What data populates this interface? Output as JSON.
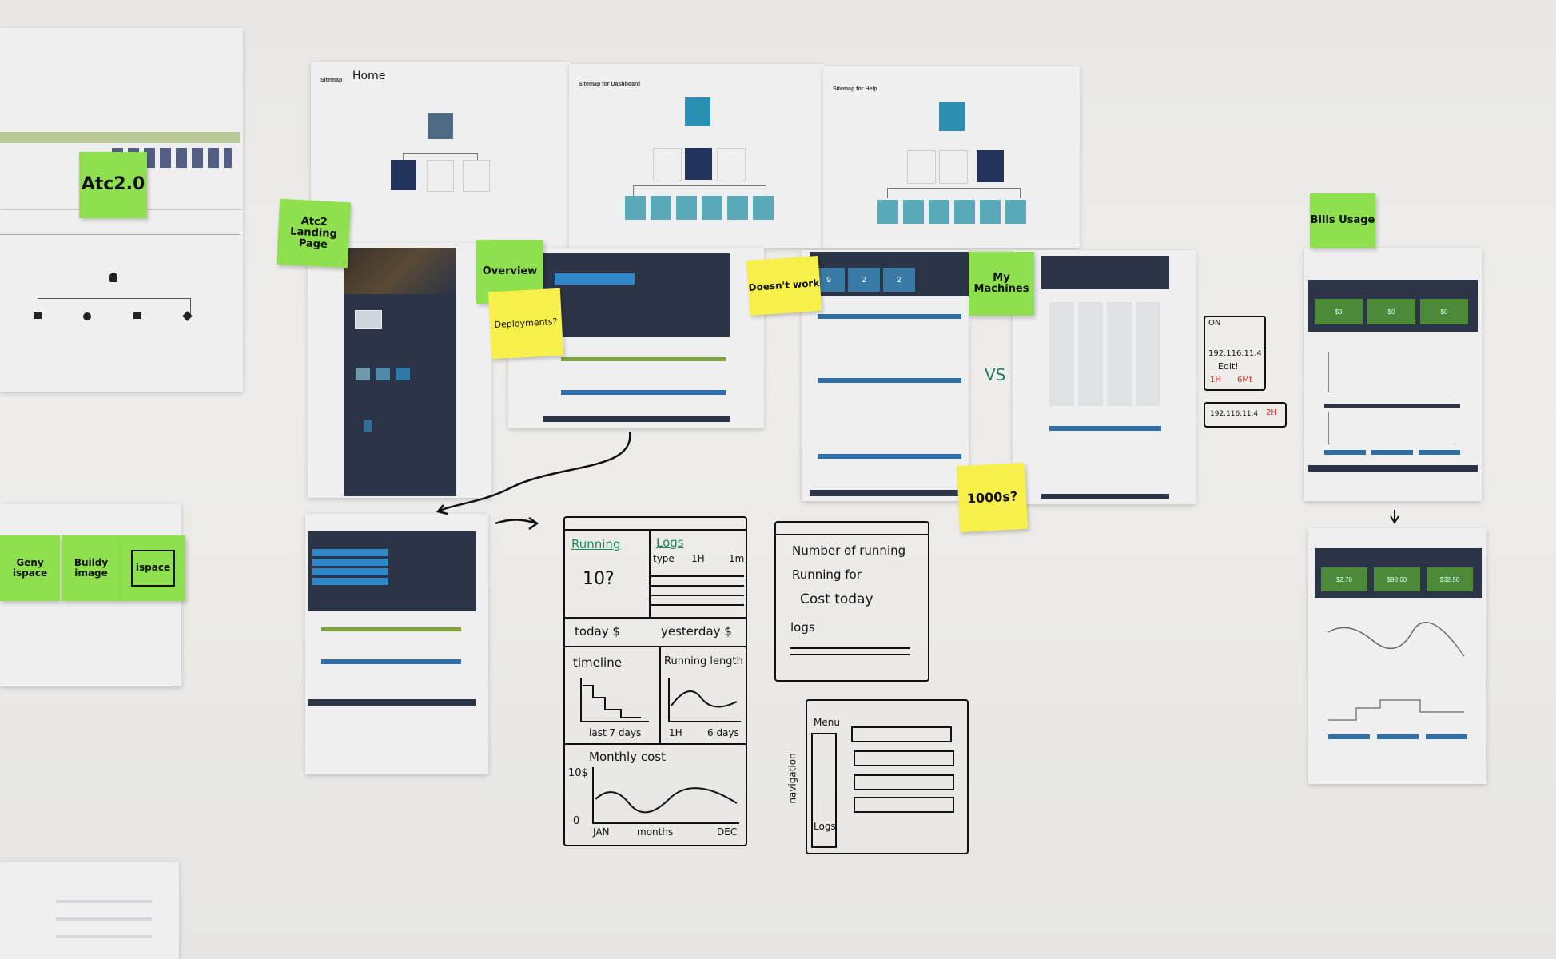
{
  "sitemaps": {
    "home_title": "Sitemap",
    "home_handwritten": "Home",
    "dashboard_title": "Sitemap for Dashboard",
    "help_title": "Sitemap for Help"
  },
  "stickies": {
    "atc20": "Atc2.0",
    "landing": "Atc2 Landing Page",
    "overview": "Overview",
    "deployments": "Deployments?",
    "doesnt_work": "Doesn't work",
    "my_machines": "My Machines",
    "thousands": "1000s?",
    "bills_usage": "Bills Usage",
    "geny": "Geny ispace",
    "buildy": "Buildy image",
    "ispace": "ispace"
  },
  "annotations": {
    "vs": "VS"
  },
  "mobile_sketch": {
    "on": "ON",
    "ip": "192.116.11.4",
    "edit": "Edit!",
    "time_a": "1H",
    "time_b": "6Mt",
    "time_c": "2H"
  },
  "dashboard_tiles": [
    "9",
    "2",
    "2"
  ],
  "bills_stats_1": [
    "$0",
    "$0",
    "$0"
  ],
  "bills_stats_2": [
    "$2.70",
    "$98.00",
    "$32.50"
  ],
  "sketch_dashboard": {
    "running": "Running",
    "running_value": "10?",
    "logs": "Logs",
    "logs_type": "type",
    "logs_1h": "1H",
    "logs_1m": "1m",
    "today": "today $",
    "yesterday": "yesterday $",
    "timeline": "timeline",
    "timeline_label": "last 7 days",
    "running_length": "Running length",
    "rl_1h": "1H",
    "rl_6d": "6 days",
    "monthly_cost": "Monthly cost",
    "y_top": "10$",
    "y_zero": "0",
    "x_start": "JAN",
    "x_mid": "months",
    "x_end": "DEC"
  },
  "sketch_list": {
    "number_running": "Number of running",
    "running_for": "Running for",
    "cost_today": "Cost today",
    "logs": "logs"
  },
  "sketch_nav": {
    "menu": "Menu",
    "navigation": "navigation",
    "logs": "Logs"
  }
}
